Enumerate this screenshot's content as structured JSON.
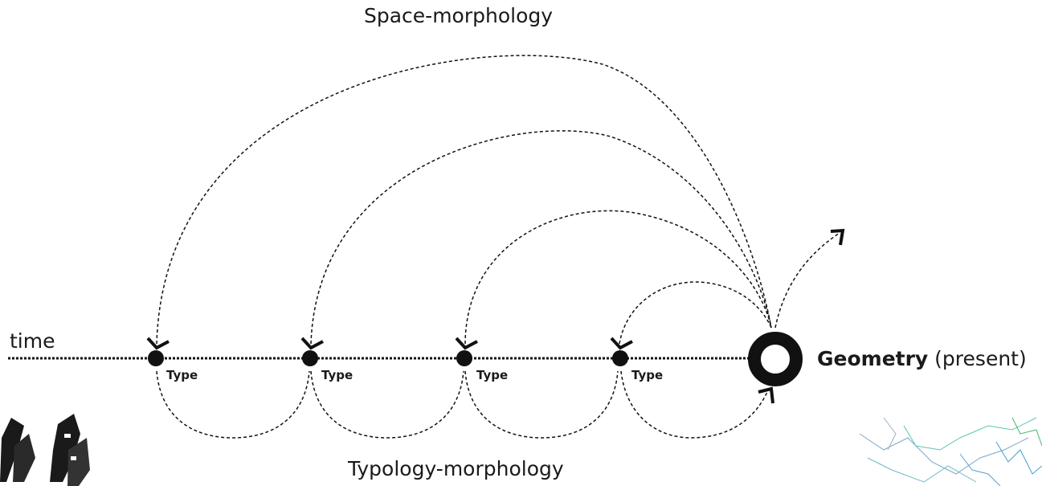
{
  "labels": {
    "top": "Space-morphology",
    "bottom": "Typology-morphology",
    "axis": "time",
    "present_bold": "Geometry",
    "present_suffix": " (present)"
  },
  "types": [
    "Type",
    "Type",
    "Type",
    "Type"
  ]
}
